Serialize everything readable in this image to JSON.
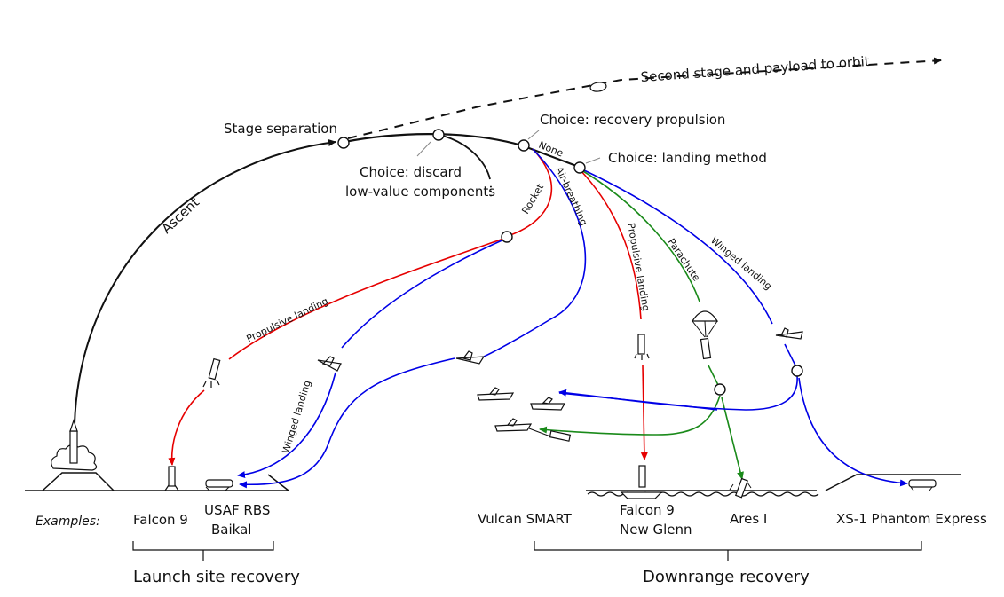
{
  "colors": {
    "black": "#111111",
    "red": "#e60000",
    "blue": "#0000e6",
    "green": "#1a8a1a"
  },
  "labels": {
    "second_stage": "Second stage and payload to orbit",
    "stage_separation": "Stage separation",
    "choice_recovery": "Choice: recovery propulsion",
    "choice_landing": "Choice: landing method",
    "choice_discard_1": "Choice: discard",
    "choice_discard_2": "low-value components",
    "ellipsis": "…",
    "ascent": "Ascent",
    "none": "None",
    "rocket": "Rocket",
    "air_breathing": "Air-breathing",
    "propulsive_landing_left": "Propulsive landing",
    "propulsive_landing_right": "Propulsive landing",
    "parachute": "Parachute",
    "winged_landing_right": "Winged landing",
    "winged_landing_left": "Winged landing"
  },
  "examples": {
    "heading": "Examples:",
    "falcon9": "Falcon 9",
    "usaf_1": "USAF RBS",
    "usaf_2": "Baikal",
    "vulcan": "Vulcan SMART",
    "f9ng_1": "Falcon 9",
    "f9ng_2": "New Glenn",
    "ares": "Ares I",
    "xs1": "XS-1 Phantom Express"
  },
  "groups": {
    "launch_site": "Launch site recovery",
    "downrange": "Downrange recovery"
  }
}
